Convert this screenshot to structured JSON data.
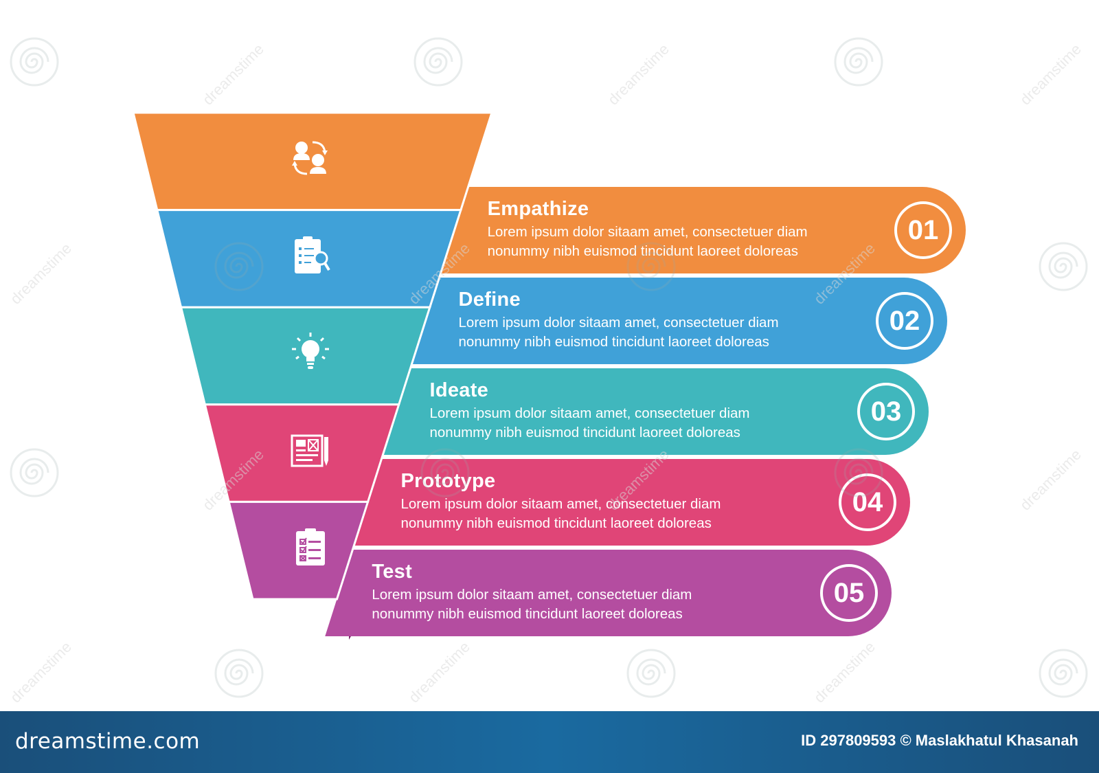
{
  "colors": {
    "orange": "#F18D3F",
    "blue": "#40A1D8",
    "teal": "#40B7BD",
    "pink": "#E04577",
    "purple": "#B44DA0",
    "purple_dark": "#7A1E66",
    "background": "#FFFFFF",
    "footer": "#1A5C8E"
  },
  "steps": [
    {
      "number": "01",
      "title": "Empathize",
      "description": "Lorem ipsum dolor sitaam amet, consectetuer diam nonummy  nibh euismod tincidunt laoreet doloreas",
      "color": "#F18D3F",
      "icon": "people-exchange-icon"
    },
    {
      "number": "02",
      "title": "Define",
      "description": "Lorem ipsum dolor sitaam amet, consectetuer diam nonummy  nibh euismod tincidunt laoreet doloreas",
      "color": "#40A1D8",
      "icon": "clipboard-search-icon"
    },
    {
      "number": "03",
      "title": "Ideate",
      "description": "Lorem ipsum dolor sitaam amet, consectetuer diam nonummy  nibh euismod tincidunt laoreet doloreas",
      "color": "#40B7BD",
      "icon": "lightbulb-icon"
    },
    {
      "number": "04",
      "title": "Prototype",
      "description": "Lorem ipsum dolor sitaam amet, consectetuer diam nonummy  nibh euismod tincidunt laoreet doloreas",
      "color": "#E04577",
      "icon": "blueprint-icon"
    },
    {
      "number": "05",
      "title": "Test",
      "description": "Lorem ipsum dolor sitaam amet, consectetuer diam nonummy  nibh euismod tincidunt laoreet doloreas",
      "color": "#B44DA0",
      "icon": "checklist-icon"
    }
  ],
  "footer": {
    "brand": "dreamstime.com",
    "id_text": "ID 297809593 © Maslakhatul Khasanah"
  },
  "watermark": {
    "text": "dreamstime"
  }
}
